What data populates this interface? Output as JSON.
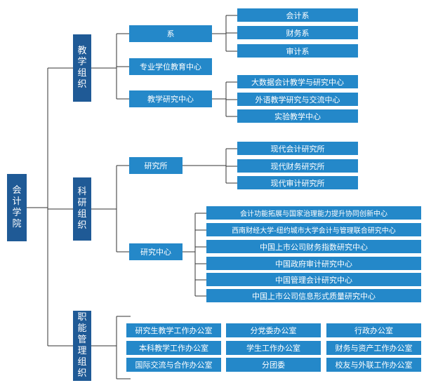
{
  "root": {
    "label": "会计学院"
  },
  "groups": [
    {
      "label": "教学组织",
      "children": [
        {
          "label": "系",
          "leaves": [
            "会计系",
            "财务系",
            "审计系"
          ]
        },
        {
          "label": "专业学位教育中心",
          "leaves": []
        },
        {
          "label": "教学研究中心",
          "leaves": [
            "大数据会计教学与研究中心",
            "外语教学研究与交流中心",
            "实验教学中心"
          ]
        }
      ]
    },
    {
      "label": "科研组织",
      "children": [
        {
          "label": "研究所",
          "leaves": [
            "现代会计研究所",
            "现代财务研究所",
            "现代审计研究所"
          ]
        },
        {
          "label": "研究中心",
          "leaves": [
            "会计功能拓展与国家治理能力提升协同创新中心",
            "西南财经大学-纽约城市大学会计与管理联合研究中心",
            "中国上市公司财务指数研究中心",
            "中国政府审计研究中心",
            "中国管理会计研究中心",
            "中国上市公司信息形式质量研究中心"
          ]
        }
      ]
    },
    {
      "label": "职能管理组织",
      "offices": [
        [
          "研究生教学工作办公室",
          "分党委办公室",
          "行政办公室"
        ],
        [
          "本科教学工作办公室",
          "学生工作办公室",
          "财务与资产工作办公室"
        ],
        [
          "国际交流与合作办公室",
          "分团委",
          "校友与外联工作办公室"
        ]
      ]
    }
  ],
  "colors": {
    "dark_box": "#1f5a96",
    "light_box": "#2488c9",
    "connector": "#333333"
  }
}
